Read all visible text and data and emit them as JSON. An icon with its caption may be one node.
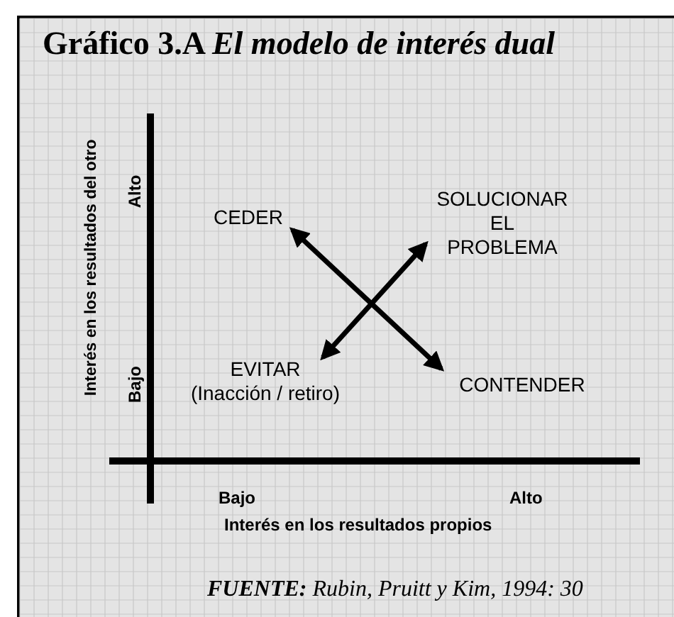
{
  "diagram": {
    "title": "Gráfico 3.A *El modelo de interés dual*",
    "caption": "**FUENTE:** Rubin, Pruitt y Kim, 1994: 30",
    "nodes": [
      {
        "text": [
          "CEDER"
        ]
      },
      {
        "text": [
          "SOLUCIONAR EL PROBLEMA"
        ]
      },
      {
        "text": [
          "EVITAR",
          "(Inacción / retiro)"
        ]
      },
      {
        "text": [
          "CONTENDER"
        ]
      }
    ],
    "edges": [
      {
        "from": 2,
        "to": 1,
        "arrow": "both"
      },
      {
        "from": 0,
        "to": 3,
        "arrow": "both"
      }
    ],
    "labels": [
      "Alto",
      "Bajo",
      "Interés en los resultados del otro",
      "Bajo",
      "Alto",
      "Interés en los resultados propios"
    ]
  }
}
